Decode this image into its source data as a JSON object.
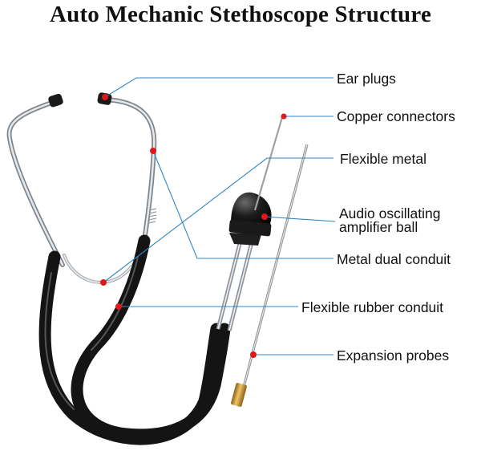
{
  "title": "Auto Mechanic Stethoscope Structure",
  "labels": {
    "ear_plugs": "Ear plugs",
    "copper_connectors": "Copper connectors",
    "flexible_metal": "Flexible metal",
    "amplifier_ball": "Audio oscillating amplifier ball",
    "metal_dual_conduit": "Metal dual conduit",
    "rubber_conduit": "Flexible rubber conduit",
    "expansion_probes": "Expansion probes"
  },
  "colors": {
    "leader_line": "#2f86c9",
    "marker_dot": "#e01818",
    "rubber_tube": "#141414",
    "steel": "#c8ccd0",
    "brass": "#c9962f"
  }
}
